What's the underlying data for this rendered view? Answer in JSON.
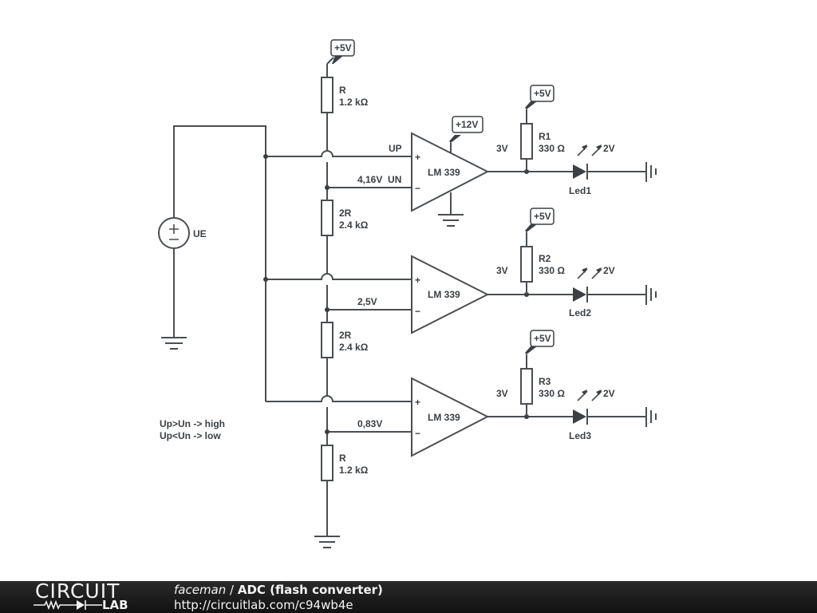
{
  "schematic": {
    "source": {
      "name": "UE",
      "icon": "dc-voltage-source-icon"
    },
    "supplies": {
      "divider_top": "+5V",
      "comparator_supply": "+12V",
      "r1_supply": "+5V",
      "r2_supply": "+5V",
      "r3_supply": "+5V"
    },
    "resistors": [
      {
        "name": "R",
        "value": "1.2 kΩ"
      },
      {
        "name": "2R",
        "value": "2.4 kΩ"
      },
      {
        "name": "2R",
        "value": "2.4 kΩ"
      },
      {
        "name": "R",
        "value": "1.2 kΩ"
      }
    ],
    "node_labels": {
      "up": "UP",
      "un1": "4,16V  UN",
      "un2": "2,5V",
      "un3": "0,83V"
    },
    "comparators": [
      {
        "name": "LM 339",
        "plus": "+",
        "minus": "−",
        "out_voltage": "3V"
      },
      {
        "name": "LM 339",
        "plus": "+",
        "minus": "−",
        "out_voltage": "3V"
      },
      {
        "name": "LM 339",
        "plus": "+",
        "minus": "−",
        "out_voltage": "3V"
      }
    ],
    "pullups": [
      {
        "name": "R1",
        "value": "330 Ω"
      },
      {
        "name": "R2",
        "value": "330 Ω"
      },
      {
        "name": "R3",
        "value": "330 Ω"
      }
    ],
    "leds": [
      {
        "name": "Led1",
        "voltage": "2V"
      },
      {
        "name": "Led2",
        "voltage": "2V"
      },
      {
        "name": "Led3",
        "voltage": "2V"
      }
    ],
    "note": {
      "line1": "Up>Un -> high",
      "line2": "Up<Un -> low"
    }
  },
  "footer": {
    "logo_top": "CIRCUIT",
    "logo_bottom": "LAB",
    "author": "faceman",
    "separator": " / ",
    "title": "ADC (flash converter)",
    "url": "http://circuitlab.com/c94wb4e"
  }
}
